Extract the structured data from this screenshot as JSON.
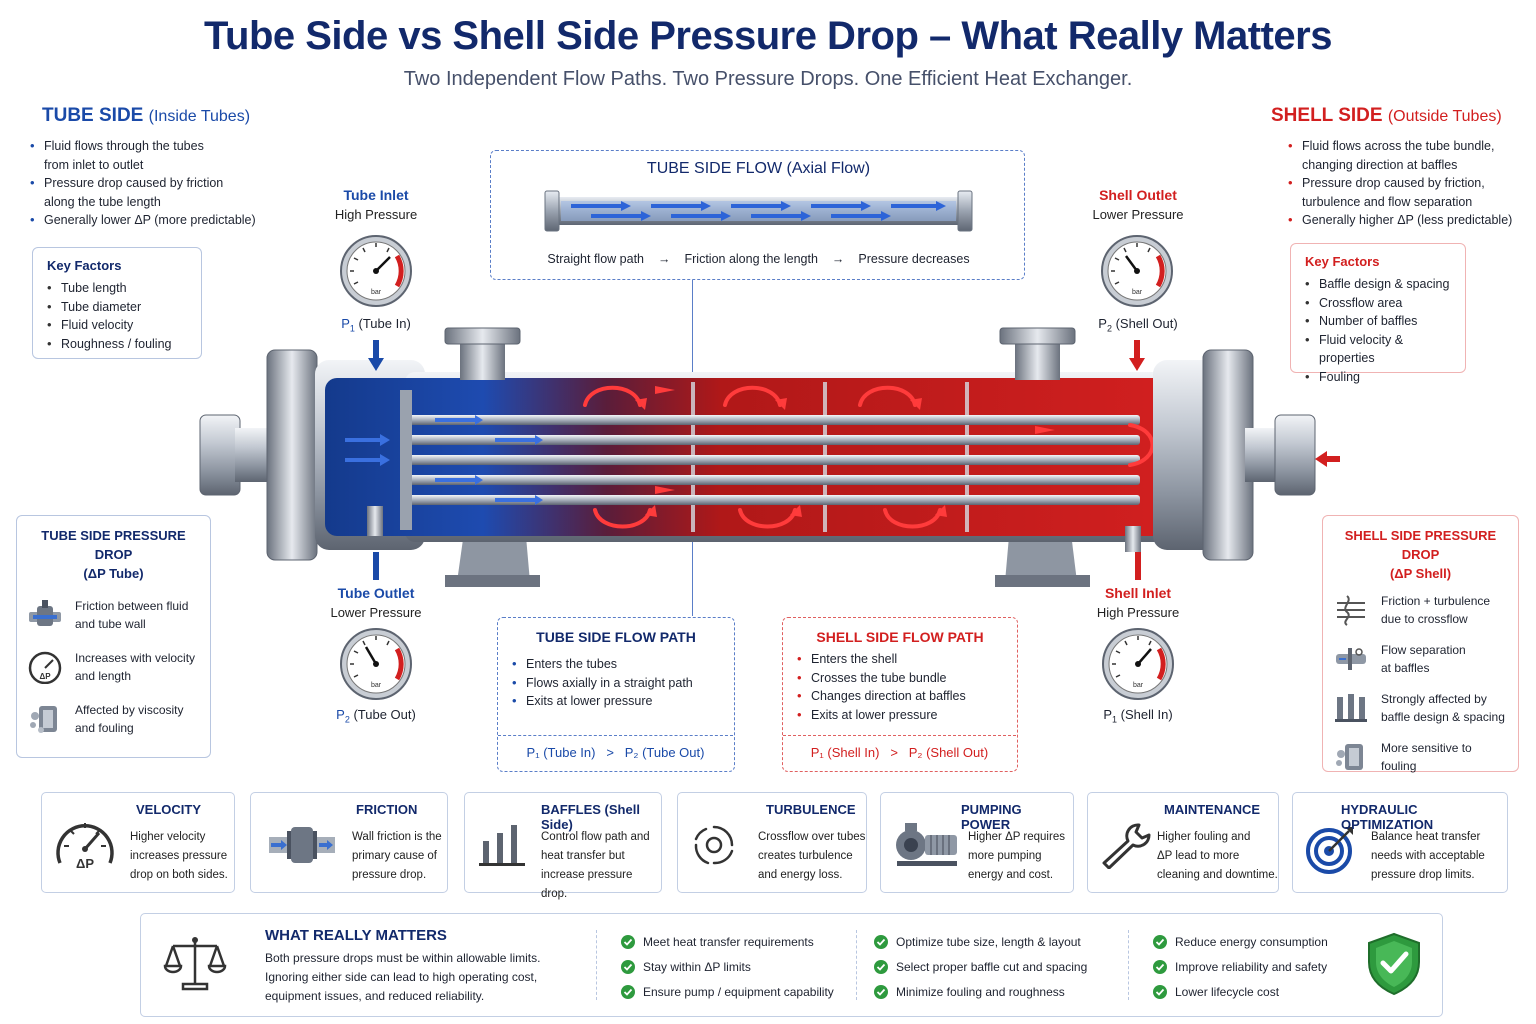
{
  "title": "Tube Side vs Shell Side Pressure Drop – What Really Matters",
  "subtitle": "Two Independent Flow Paths. Two Pressure Drops. One Efficient Heat Exchanger.",
  "colors": {
    "navy": "#12296b",
    "tube_blue": "#1a4aa8",
    "shell_red": "#d21f1f",
    "check_green": "#2e9a3e"
  },
  "tube_side": {
    "heading": "TUBE SIDE",
    "heading_sub": "(Inside Tubes)",
    "bullets": [
      "Fluid flows through the tubes",
      "from inlet to outlet",
      "Pressure drop caused by friction",
      "along the tube length",
      "Generally lower ΔP (more predictable)"
    ],
    "key_factors_title": "Key Factors",
    "key_factors": [
      "Tube length",
      "Tube diameter",
      "Fluid velocity",
      "Roughness / fouling"
    ]
  },
  "shell_side": {
    "heading": "SHELL SIDE",
    "heading_sub": "(Outside Tubes)",
    "bullets": [
      "Fluid flows across the tube bundle,",
      "changing direction at baffles",
      "Pressure drop caused by friction,",
      "turbulence and flow separation",
      "Generally higher ΔP (less predictable)"
    ],
    "key_factors_title": "Key Factors",
    "key_factors": [
      "Baffle design & spacing",
      "Crossflow area",
      "Number of baffles",
      "Fluid velocity & properties",
      "Fouling"
    ]
  },
  "axial_flow": {
    "title": "TUBE SIDE FLOW (Axial Flow)",
    "steps": [
      "Straight flow path",
      "Friction along the length",
      "Pressure decreases"
    ],
    "arrow_glyph": "→"
  },
  "gauges": {
    "unit": "bar",
    "tube_inlet": {
      "label": "Tube Inlet",
      "sub": "High Pressure",
      "p": "P",
      "sub_idx": "1",
      "caption": "(Tube In)"
    },
    "tube_outlet": {
      "label": "Tube Outlet",
      "sub": "Lower Pressure",
      "p": "P",
      "sub_idx": "2",
      "caption": "(Tube Out)"
    },
    "shell_outlet": {
      "label": "Shell Outlet",
      "sub": "Lower Pressure",
      "p": "P",
      "sub_idx": "2",
      "caption": "(Shell Out)"
    },
    "shell_inlet": {
      "label": "Shell Inlet",
      "sub": "High Pressure",
      "p": "P",
      "sub_idx": "1",
      "caption": "(Shell In)"
    }
  },
  "tube_pd": {
    "title_1": "TUBE SIDE PRESSURE DROP",
    "title_2": "(ΔP Tube)",
    "items": [
      {
        "icon": "valve-icon",
        "l1": "Friction between fluid",
        "l2": "and tube wall"
      },
      {
        "icon": "gauge-dp-icon",
        "l1": "Increases with velocity",
        "l2": "and length",
        "glyph": "ΔP"
      },
      {
        "icon": "fouling-icon",
        "l1": "Affected by viscosity",
        "l2": "and fouling"
      }
    ]
  },
  "shell_pd": {
    "title_1": "SHELL SIDE PRESSURE DROP",
    "title_2": "(ΔP Shell)",
    "items": [
      {
        "icon": "crossflow-icon",
        "l1": "Friction + turbulence",
        "l2": "due to crossflow"
      },
      {
        "icon": "separation-icon",
        "l1": "Flow separation",
        "l2": "at baffles"
      },
      {
        "icon": "baffle-icon",
        "l1": "Strongly affected by",
        "l2": "baffle design & spacing"
      },
      {
        "icon": "fouling-icon",
        "l1": "More sensitive to",
        "l2": "fouling"
      }
    ]
  },
  "tube_flow_path": {
    "title": "TUBE SIDE FLOW PATH",
    "items": [
      "Enters the tubes",
      "Flows axially in a straight path",
      "Exits at lower pressure"
    ],
    "foot_left": "P₁ (Tube In)",
    "foot_op": ">",
    "foot_right": "P₂ (Tube Out)"
  },
  "shell_flow_path": {
    "title": "SHELL SIDE FLOW PATH",
    "items": [
      "Enters the shell",
      "Crosses the tube bundle",
      "Changes direction at baffles",
      "Exits at lower pressure"
    ],
    "foot_left": "P₁ (Shell In)",
    "foot_op": ">",
    "foot_right": "P₂ (Shell Out)"
  },
  "cards": [
    {
      "name": "velocity",
      "title": "VELOCITY",
      "lines": [
        "Higher velocity",
        "increases pressure",
        "drop on both sides."
      ],
      "glyph": "ΔP"
    },
    {
      "name": "friction",
      "title": "FRICTION",
      "lines": [
        "Wall friction is the",
        "primary cause of",
        "pressure drop."
      ]
    },
    {
      "name": "baffles",
      "title": "BAFFLES (Shell Side)",
      "lines": [
        "Control flow path and",
        "heat transfer but",
        "increase pressure drop."
      ]
    },
    {
      "name": "turbulence",
      "title": "TURBULENCE",
      "lines": [
        "Crossflow over tubes",
        "creates turbulence",
        "and energy loss."
      ]
    },
    {
      "name": "pumping-power",
      "title": "PUMPING POWER",
      "lines": [
        "Higher ΔP requires",
        "more pumping",
        "energy and cost."
      ]
    },
    {
      "name": "maintenance",
      "title": "MAINTENANCE",
      "lines": [
        "Higher fouling and",
        "ΔP lead to more",
        "cleaning and downtime."
      ]
    },
    {
      "name": "hydraulic-optimization",
      "title": "HYDRAULIC OPTIMIZATION",
      "lines": [
        "Balance heat transfer",
        "needs with acceptable",
        "pressure drop limits."
      ]
    }
  ],
  "what_matters": {
    "title": "WHAT REALLY MATTERS",
    "lines": [
      "Both pressure drops must be within allowable limits.",
      "Ignoring either side can lead to high operating cost,",
      "equipment issues, and reduced reliability."
    ],
    "col1": [
      "Meet heat transfer requirements",
      "Stay within ΔP limits",
      "Ensure pump / equipment capability"
    ],
    "col2": [
      "Optimize tube size, length & layout",
      "Select proper baffle cut and spacing",
      "Minimize fouling and roughness"
    ],
    "col3": [
      "Reduce energy consumption",
      "Improve reliability and safety",
      "Lower lifecycle cost"
    ]
  }
}
